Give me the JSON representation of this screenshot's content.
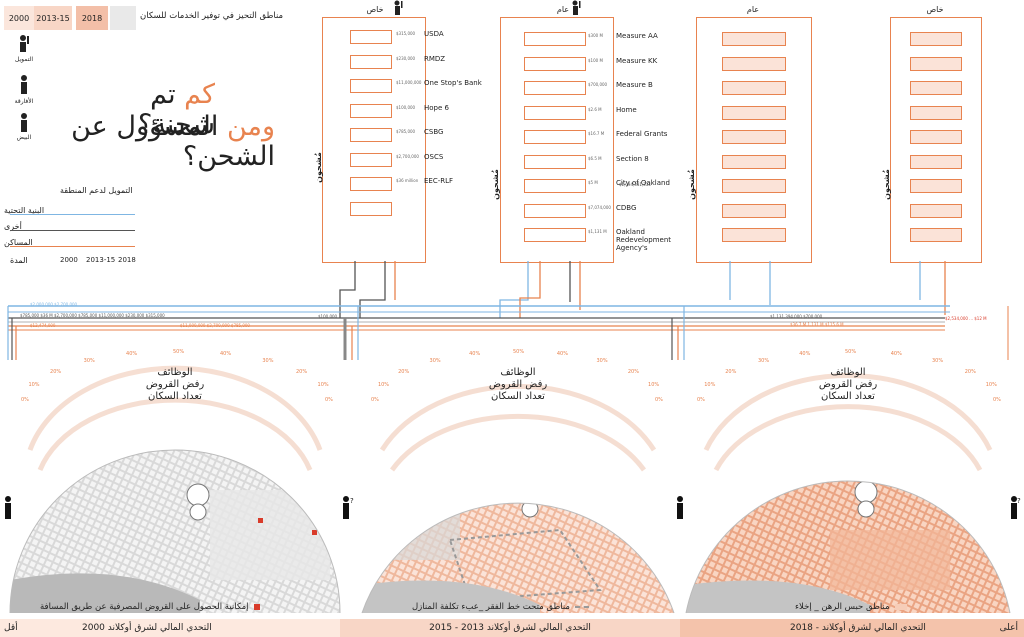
{
  "top_legend": {
    "years": [
      "2000",
      "2013-15",
      "2018"
    ],
    "zone_label": "مناطق التحيز في توفير الخدمات للسكان"
  },
  "actor_labels": [
    "التمويل",
    "الأفارقة",
    "البيض"
  ],
  "question": {
    "line1_highlight": "كم",
    "line1_rest": " تم شحنة؟",
    "line2_highlight": "ومن",
    "line2_rest": " المسؤول عن الشحن؟"
  },
  "funding_legend": {
    "title": "التمويل لدعم المنطقة",
    "items": [
      {
        "label": "البنية التحتية",
        "color": "#7fb6e3"
      },
      {
        "label": "أخرى",
        "color": "#555555"
      },
      {
        "label": "المساكن",
        "color": "#e8834f"
      }
    ],
    "period_label": "المدة",
    "periods": [
      "2000",
      "2013-15",
      "2018"
    ]
  },
  "columns": [
    {
      "title": "خاص",
      "side_label": "مُشحون",
      "count": 8,
      "labels": [
        "USDA",
        "RMDZ",
        "One Stop's Bank",
        "Hope 6",
        "CSBG",
        "OSCS",
        "EEC-RLF"
      ],
      "amounts": [
        "$315,000",
        "$230,000",
        "$11,000,000",
        "$100,000",
        "$785,000",
        "$2,700,000",
        "$36 million"
      ]
    },
    {
      "title": "عام",
      "side_label": "مُشحون",
      "count": 9,
      "labels": [
        "Measure AA",
        "Measure KK",
        "Measure B",
        "Home",
        "Federal Grants",
        "Section 8",
        "City of Oakland",
        "CDBG",
        "Oakland Redevelopment Agency's"
      ],
      "amounts": [
        "$300 M",
        "$100 M",
        "$700,000",
        "$2.6 M",
        "$16.7 M",
        "$6.5 M",
        "$5 M",
        "$7,074,000",
        "$1,131 M"
      ],
      "extra_amount": "$1,094,331,334"
    },
    {
      "title": "عام",
      "side_label": "مُشحون",
      "count": 9
    },
    {
      "title": "خاص",
      "side_label": "مُشحون",
      "count": 9
    }
  ],
  "flow_amounts": {
    "row1": "$2,000,000   $2,700,000",
    "row2": "$785,000   $36 M   $2,700,000   $785,000   $11,000,000   $230,000   $315,000",
    "row3": "$12,474,000",
    "row4": "$11,000,000   $2,700,000   $785,000",
    "mid": "$100,000",
    "right1": "$1,131,394,000   $700,000",
    "right2": "$36.7 M   1,131 M   $115.6 M",
    "red_note": "$2,534,000 ... $12 M"
  },
  "gauge": {
    "center_text": [
      "الوظائف",
      "رفض القروض",
      "تعداد السكان"
    ],
    "percent_labels": [
      "0%",
      "10%",
      "20%",
      "30%",
      "40%",
      "50%",
      "40%",
      "30%",
      "20%",
      "10%",
      "0%"
    ]
  },
  "map_keys": {
    "left": "إمكانية الحصول على القروض المصرفية عن طريق المسافة",
    "middle": "مناطق متحت خط الفقر _عبء تكلفة المنازل",
    "right": "مناطق حبس الرهن _ إخلاء"
  },
  "bottom_strip": {
    "left_end": "أقل",
    "right_end": "أعلى",
    "titles": [
      "التحدي المالي لشرق أوكلاند 2000",
      "التحدي المالي لشرق أوكلاند 2013 - 2015",
      "التحدي المالي لشرق أوكلاند - 2018"
    ]
  },
  "colors": {
    "housing": "#e8834f",
    "infrastructure": "#7fb6e3",
    "other": "#555555",
    "box_fill": "#fbe3d8",
    "strip": "#f6d7c6",
    "map_tint": "#f4c9b3"
  }
}
